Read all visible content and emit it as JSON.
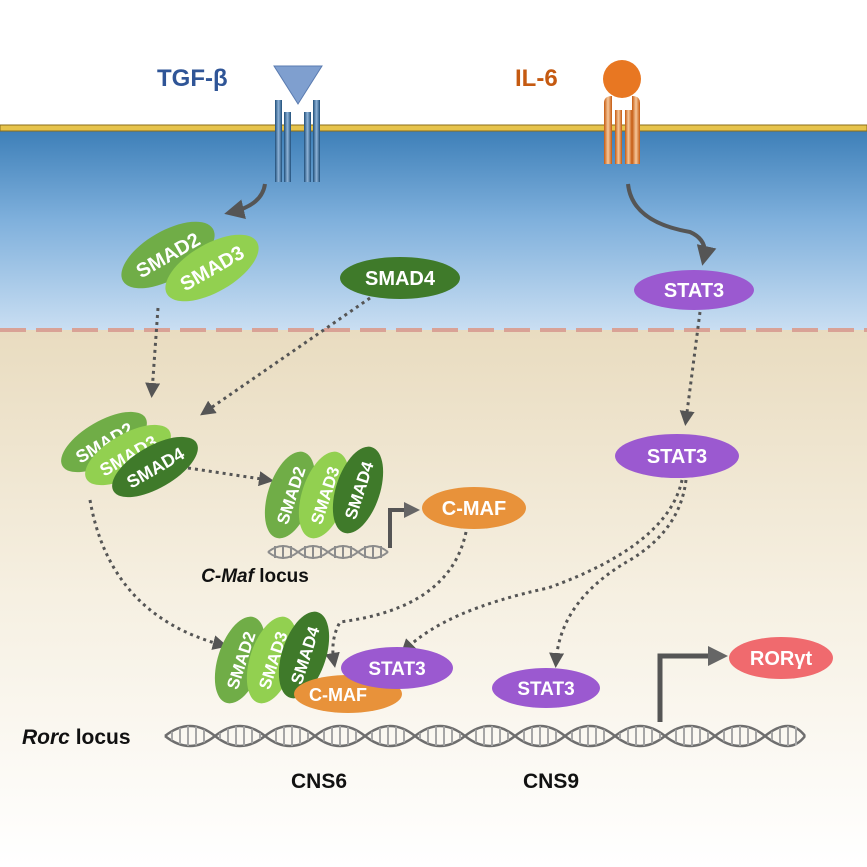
{
  "ligands": {
    "tgfb": "TGF-β",
    "il6": "IL-6"
  },
  "proteins": {
    "smad2": "SMAD2",
    "smad3": "SMAD3",
    "smad4": "SMAD4",
    "stat3": "STAT3",
    "cmaf": "C-MAF",
    "rorgt": "RORγt"
  },
  "loci": {
    "cmaf_italic": "C-Maf",
    "cmaf_rest": " locus",
    "rorc_italic": "Rorc",
    "rorc_rest": " locus",
    "cns6": "CNS6",
    "cns9": "CNS9"
  },
  "colors": {
    "tgfb": "#2f5597",
    "il6": "#c55a11",
    "smad2": "#70ad47",
    "smad3": "#92d050",
    "smad4": "#3f7a2a",
    "stat3": "#9b59d0",
    "cmaf": "#e8923a",
    "rorgt": "#f06a6e"
  }
}
